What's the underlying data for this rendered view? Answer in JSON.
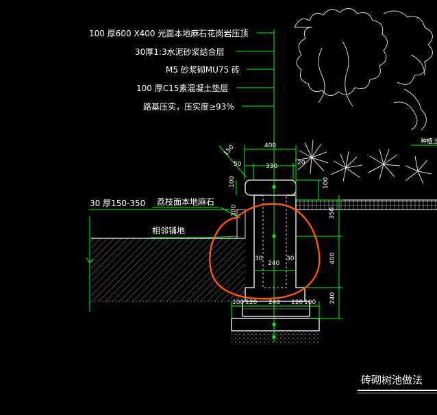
{
  "layer_notes": [
    "100 厚600 X400 光面本地麻石花岗岩压顶",
    "30厚1:3水泥砂浆结合层",
    "M5 砂浆砌MU75 砖",
    "100 厚C15素混凝土垫层",
    "路基压实，压实度≥93%"
  ],
  "side_labels": {
    "left_note": "30 厚150-350",
    "stone_note": "荔枝面本地麻石",
    "paving_note": "相邻铺地",
    "planting_note": "种植土"
  },
  "dimensions": {
    "top_total": "400",
    "top_left": "50",
    "top_mid": "330",
    "top_right": "20",
    "diag": "150",
    "cap_height": "100",
    "upper_right": "350",
    "mid_right": "400",
    "low_right": "240",
    "inner_wall": "240",
    "wall_l": "30",
    "wall_r": "30",
    "left_vert": "300",
    "base_1": "100",
    "base_2": "120",
    "base_3": "240",
    "base_4": "120",
    "base_5": "100"
  },
  "title": "砖砌树池做法",
  "colors": {
    "leader": "#00ff00",
    "outline": "#ffffff",
    "hatch": "#9a9a9a",
    "highlight": "#ff5a00"
  }
}
